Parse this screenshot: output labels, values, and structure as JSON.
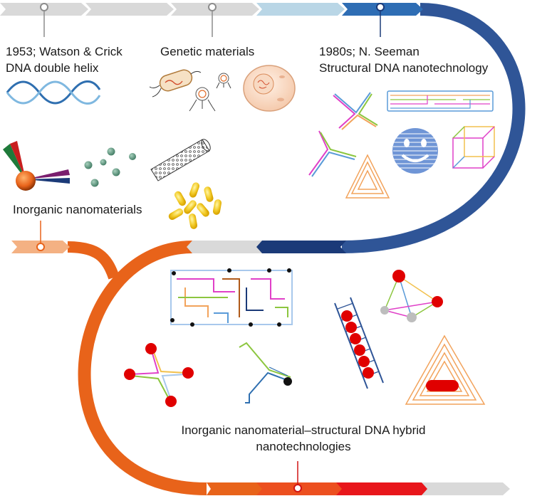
{
  "milestones": {
    "watson_crick_line1": "1953; Watson & Crick",
    "watson_crick_line2": "DNA double helix",
    "genetic": "Genetic materials",
    "seeman_line1": "1980s; N. Seeman",
    "seeman_line2": "Structural DNA nanotechnology",
    "inorganic": "Inorganic nanomaterials",
    "hybrid_line1": "Inorganic nanomaterial–structural DNA hybrid",
    "hybrid_line2": "nanotechnologies"
  },
  "colors": {
    "arrow_grey": "#d9d9d9",
    "arrow_lightblue": "#b9d6e6",
    "arrow_blue": "#2e6db4",
    "arrow_navy": "#1b3a78",
    "curve_blue": "#2f5597",
    "curve_orange": "#e8631a",
    "arrow_peach": "#f4b183",
    "arrow_red_orange": "#ec4f1f",
    "arrow_red": "#e8161b",
    "nanoparticle_red": "#e00000"
  }
}
